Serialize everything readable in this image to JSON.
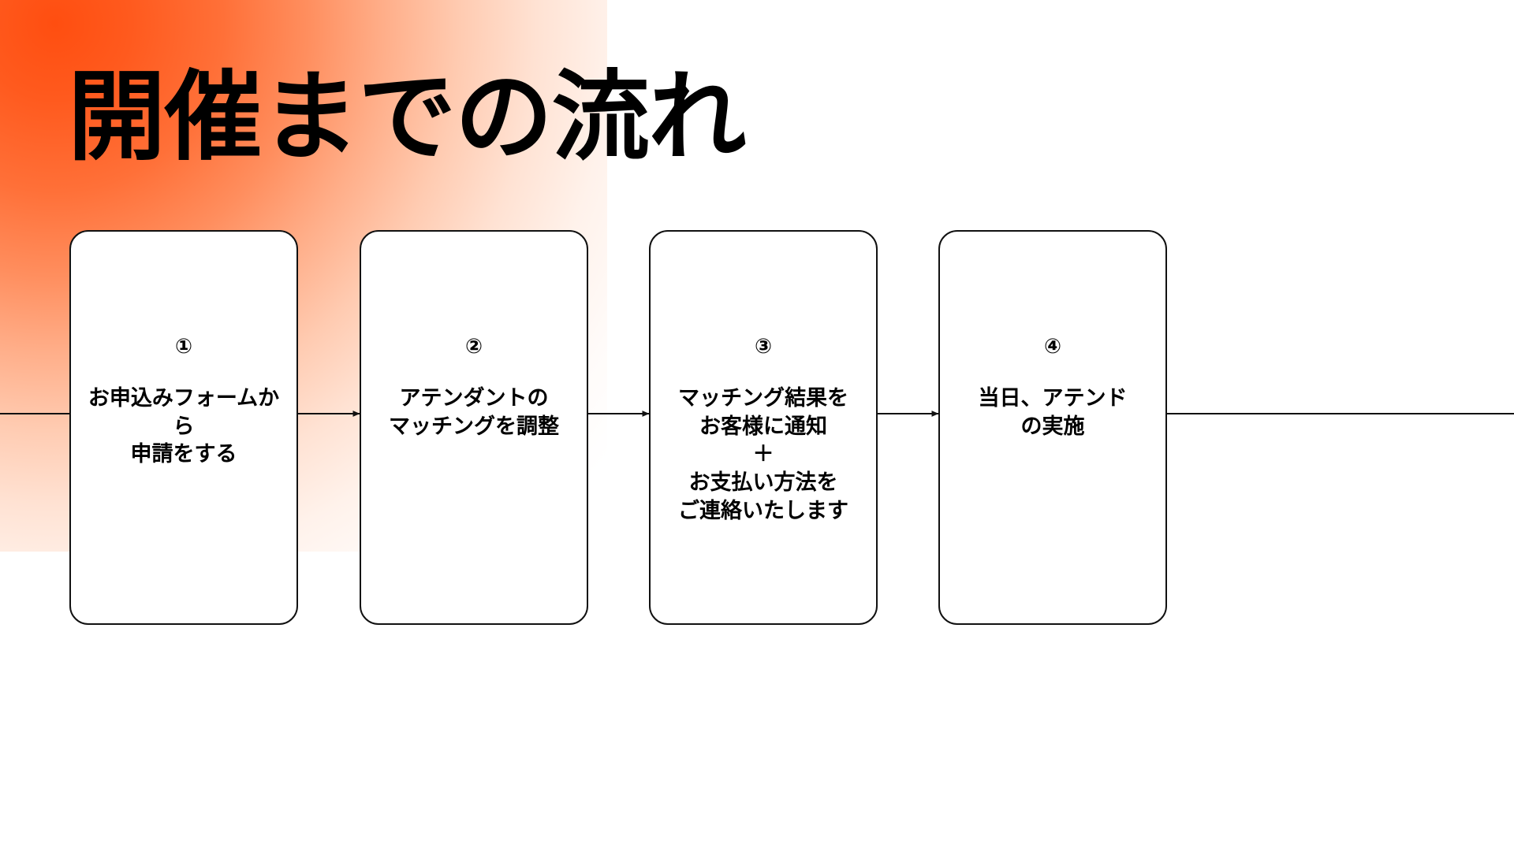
{
  "slide": {
    "title": "開催までの流れ",
    "background_color": "#ffffff",
    "accent_color": "#ff5722"
  },
  "flow": {
    "steps": [
      {
        "number": "①",
        "number_name": "circled-digit-one",
        "text": "お申込みフォームから\n申請をする"
      },
      {
        "number": "②",
        "number_name": "circled-digit-two",
        "text": "アテンダントの\nマッチングを調整"
      },
      {
        "number": "③",
        "number_name": "circled-digit-three",
        "text": "マッチング結果を\nお客様に通知\n＋\nお支払い方法を\nご連絡いたします"
      },
      {
        "number": "④",
        "number_name": "circled-digit-four",
        "text": "当日、アテンド\nの実施"
      }
    ]
  }
}
